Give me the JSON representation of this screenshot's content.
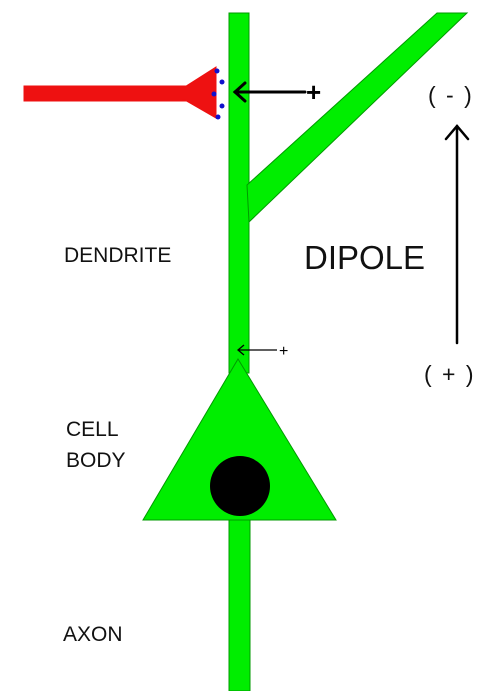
{
  "labels": {
    "dendrite": "DENDRITE",
    "cell_body": "CELL\nBODY",
    "axon": "AXON",
    "dipole": "DIPOLE",
    "negative_pole": "( - )",
    "positive_pole": "( + )",
    "current_plus_top": "+",
    "current_plus_body": "+"
  },
  "colors": {
    "neuron": "#00ee00",
    "neuron_outline": "#009900",
    "synapse_input": "#ee1111",
    "vesicles": "#1111cc",
    "nucleus": "#000000",
    "arrows": "#000000"
  }
}
